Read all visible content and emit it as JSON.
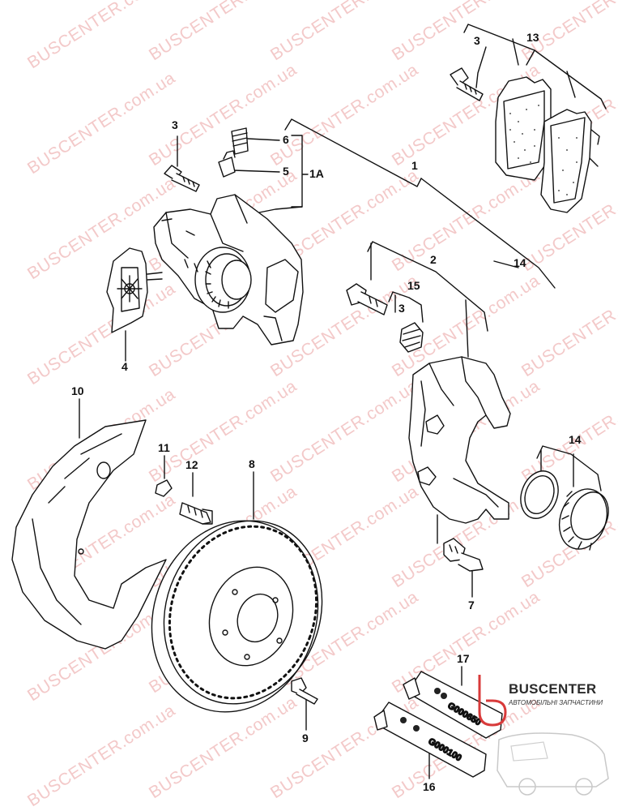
{
  "diagram": {
    "callouts": [
      {
        "id": "c3a",
        "text": "3"
      },
      {
        "id": "c13",
        "text": "13"
      },
      {
        "id": "c3b",
        "text": "3"
      },
      {
        "id": "c6",
        "text": "6"
      },
      {
        "id": "c5",
        "text": "5"
      },
      {
        "id": "c1A",
        "text": "1A"
      },
      {
        "id": "c1",
        "text": "1"
      },
      {
        "id": "c14a",
        "text": "14"
      },
      {
        "id": "c2",
        "text": "2"
      },
      {
        "id": "c15",
        "text": "15"
      },
      {
        "id": "c3c",
        "text": "3"
      },
      {
        "id": "c4",
        "text": "4"
      },
      {
        "id": "c10",
        "text": "10"
      },
      {
        "id": "c11",
        "text": "11"
      },
      {
        "id": "c12",
        "text": "12"
      },
      {
        "id": "c8",
        "text": "8"
      },
      {
        "id": "c14b",
        "text": "14"
      },
      {
        "id": "c7",
        "text": "7"
      },
      {
        "id": "c17",
        "text": "17"
      },
      {
        "id": "c9",
        "text": "9"
      },
      {
        "id": "c16",
        "text": "16"
      }
    ],
    "tube_labels": {
      "upper": "G000650",
      "lower": "G000100"
    }
  },
  "watermark": {
    "text": "BUSCENTER.com.ua",
    "color": "#f3c9c9"
  },
  "brand": {
    "name": "BUSCENTER",
    "tagline": "АВТОМОБІЛЬНІ ЗАПЧАСТИНИ",
    "accent_color": "#d83a3a"
  }
}
